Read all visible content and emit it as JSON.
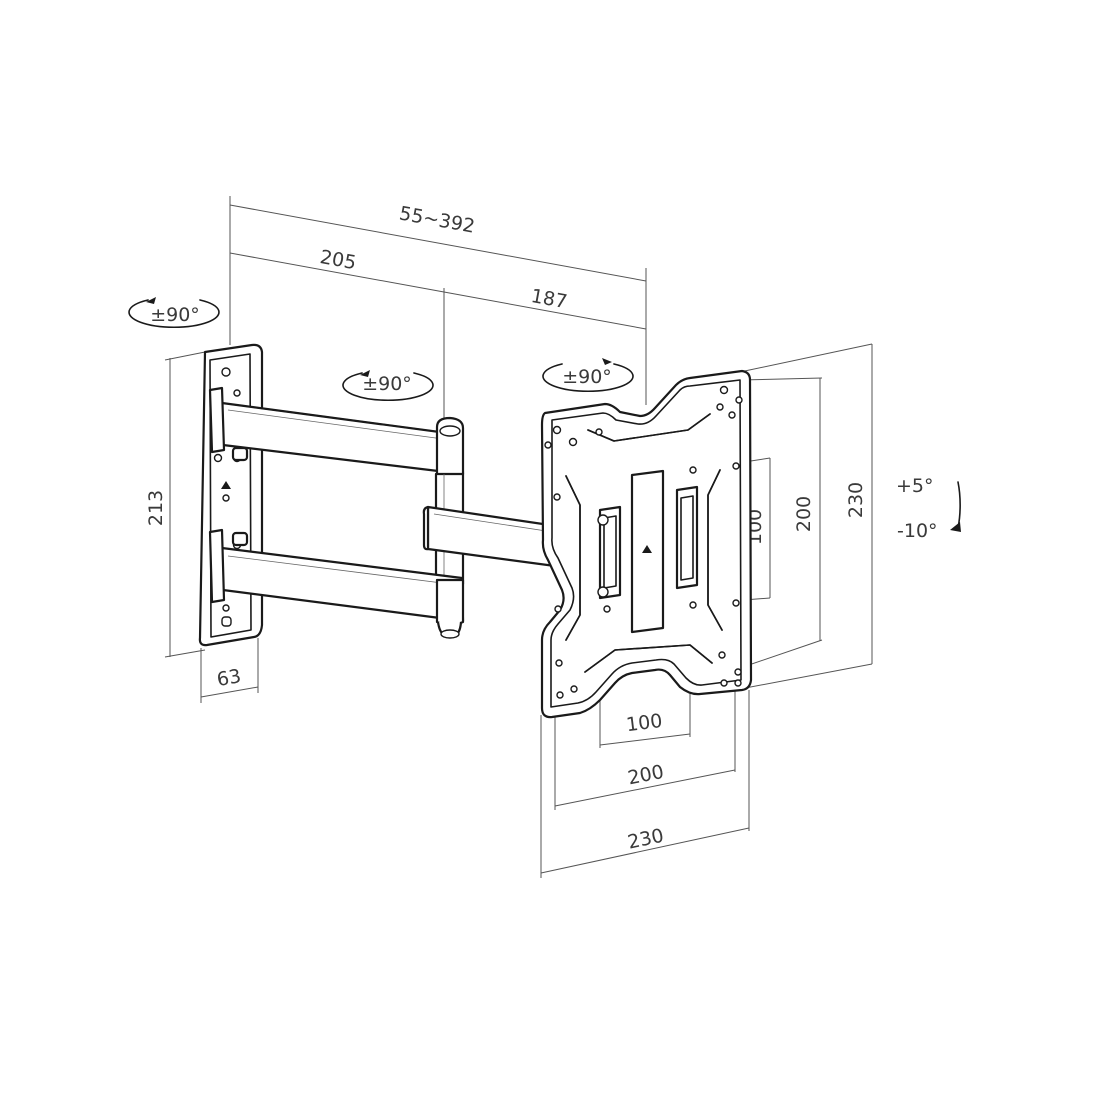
{
  "dimensions": {
    "arm_extension": "55~392",
    "arm_segment_1": "205",
    "arm_segment_2": "187",
    "wall_plate_height": "213",
    "wall_plate_width": "63",
    "vesa_horizontal_small": "100",
    "vesa_horizontal_medium": "200",
    "plate_width": "230",
    "vesa_vertical_small": "100",
    "vesa_vertical_medium": "200",
    "plate_height": "230"
  },
  "rotations": {
    "wall_swivel": "±90°",
    "arm_swivel": "±90°",
    "head_swivel": "±90°",
    "tilt_up": "+5°",
    "tilt_down": "-10°"
  },
  "colors": {
    "line": "#1a1a1a",
    "dimension": "#555555",
    "background": "#ffffff"
  }
}
